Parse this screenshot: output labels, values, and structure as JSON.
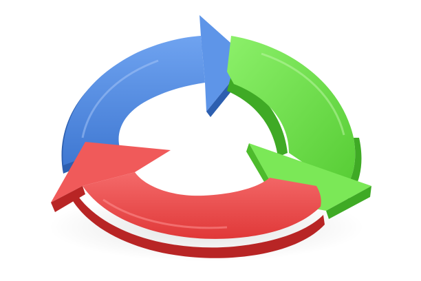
{
  "diagram": {
    "type": "cycle",
    "arrow_count": 3,
    "direction": "clockwise",
    "style": "3d-glossy",
    "background": "#ffffff",
    "arrows": [
      {
        "id": "blue",
        "color": "#4A86E0",
        "side_color": "#2D5FB0",
        "position": "upper-left"
      },
      {
        "id": "green",
        "color": "#6CE04A",
        "side_color": "#3FAA25",
        "position": "right"
      },
      {
        "id": "red",
        "color": "#F04A4A",
        "side_color": "#B82525",
        "position": "bottom-left"
      }
    ]
  }
}
